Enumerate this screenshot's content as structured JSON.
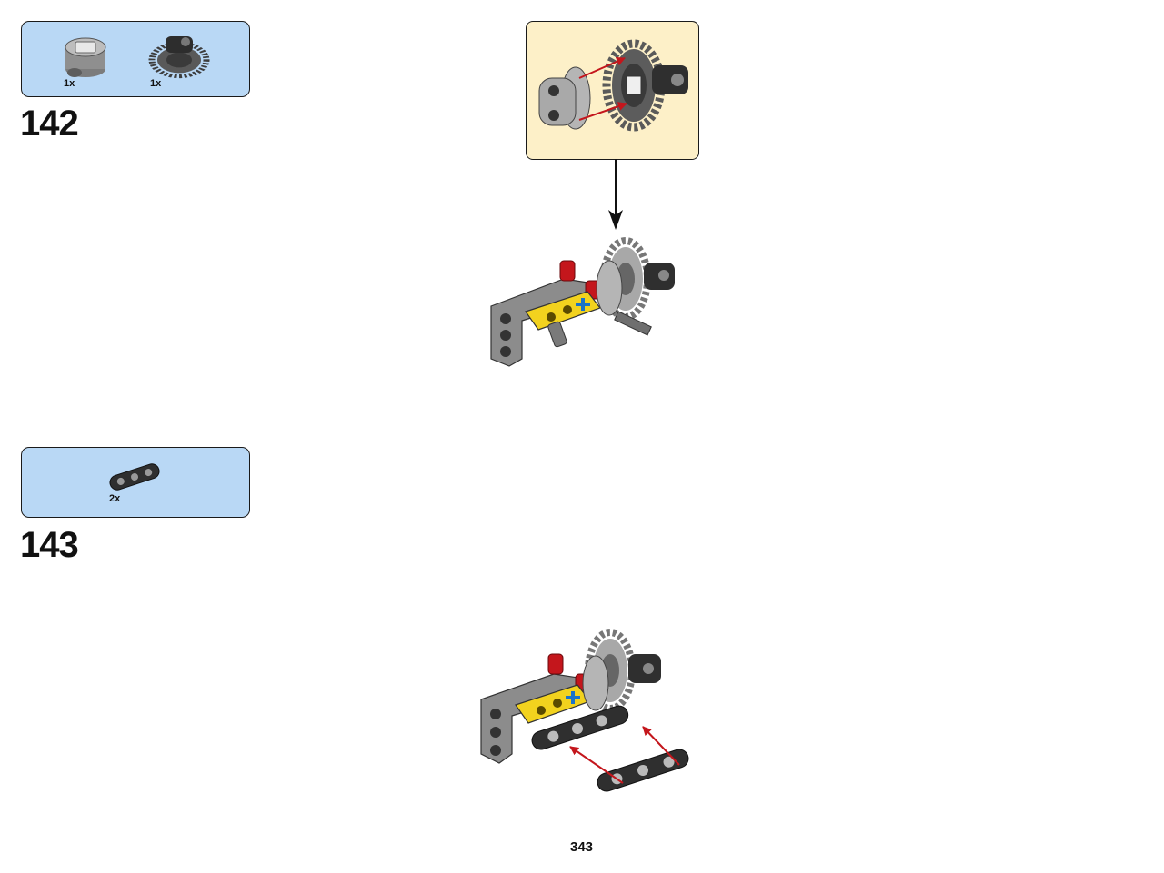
{
  "steps": [
    {
      "number": "142",
      "parts": [
        {
          "qty": "1x",
          "icon": "round-connector-part-icon"
        },
        {
          "qty": "1x",
          "icon": "gear-24-tooth-part-icon"
        }
      ]
    },
    {
      "number": "143",
      "parts": [
        {
          "qty": "2x",
          "icon": "beam-3-dark-part-icon"
        }
      ]
    }
  ],
  "page_number": "343",
  "colors": {
    "parts_box": "#b9d8f5",
    "callout": "#fdf0c8",
    "beam_gray": "#8c8c8c",
    "dark_gray": "#3b3b3b",
    "yellow": "#f2d21e",
    "red": "#c4161c",
    "blue": "#1a73c9"
  }
}
